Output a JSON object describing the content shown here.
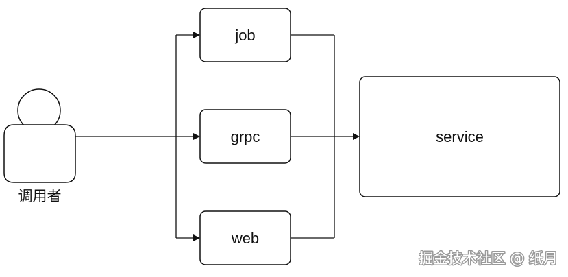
{
  "diagram": {
    "caller": {
      "label": "调用者",
      "icon": "person-icon"
    },
    "nodes": [
      {
        "id": "job",
        "label": "job"
      },
      {
        "id": "grpc",
        "label": "grpc"
      },
      {
        "id": "web",
        "label": "web"
      },
      {
        "id": "service",
        "label": "service"
      }
    ],
    "edges": [
      {
        "from": "caller",
        "to": "job"
      },
      {
        "from": "caller",
        "to": "grpc"
      },
      {
        "from": "caller",
        "to": "web"
      },
      {
        "from": "job",
        "to": "service"
      },
      {
        "from": "grpc",
        "to": "service"
      },
      {
        "from": "web",
        "to": "service"
      }
    ],
    "colors": {
      "stroke": "#111111",
      "background": "#ffffff"
    }
  },
  "watermark": {
    "text": "掘金技术社区 @ 纸月"
  }
}
